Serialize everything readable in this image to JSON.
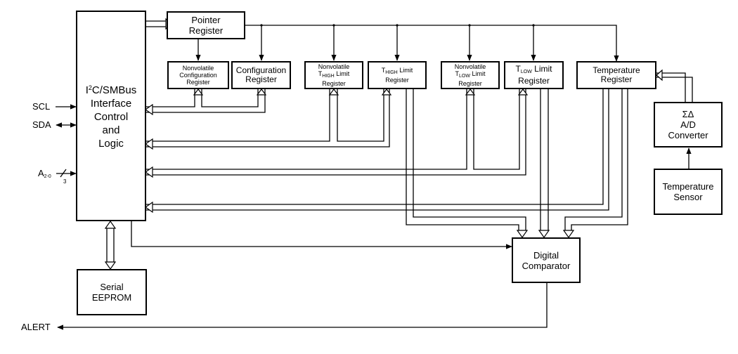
{
  "blocks": {
    "interface": {
      "line1_pre": "I",
      "line1_sup": "2",
      "line1_post": "C/SMBus",
      "line2": "Interface",
      "line3": "Control",
      "line4": "and",
      "line5": "Logic"
    },
    "pointer": {
      "line1": "Pointer",
      "line2": "Register"
    },
    "nv_config": {
      "line1": "Nonvolatile",
      "line2": "Configuration",
      "line3": "Register"
    },
    "config": {
      "line1": "Configuration",
      "line2": "Register"
    },
    "nv_thigh": {
      "line1": "Nonvolatile",
      "t": "T",
      "sub": "HIGH",
      "limit": " Limit",
      "line3": "Register"
    },
    "thigh": {
      "t": "T",
      "sub": "HIGH",
      "limit": " Limit",
      "line2": "Register"
    },
    "nv_tlow": {
      "line1": "Nonvolatile",
      "t": "T",
      "sub": "LOW",
      "limit": " Limit",
      "line3": "Register"
    },
    "tlow": {
      "t": "T",
      "sub": "LOW",
      "limit": " Limit",
      "line2": "Register"
    },
    "temp_reg": {
      "line1": "Temperature",
      "line2": "Register"
    },
    "adc": {
      "line1": "ΣΔ",
      "line2": "A/D",
      "line3": "Converter"
    },
    "sensor": {
      "line1": "Temperature",
      "line2": "Sensor"
    },
    "comparator": {
      "line1": "Digital",
      "line2": "Comparator"
    },
    "eeprom": {
      "line1": "Serial",
      "line2": "EEPROM"
    }
  },
  "signals": {
    "scl": "SCL",
    "sda": "SDA",
    "addr": "A",
    "addr_sub": "2-0",
    "addr_width": "3",
    "alert": "ALERT"
  }
}
